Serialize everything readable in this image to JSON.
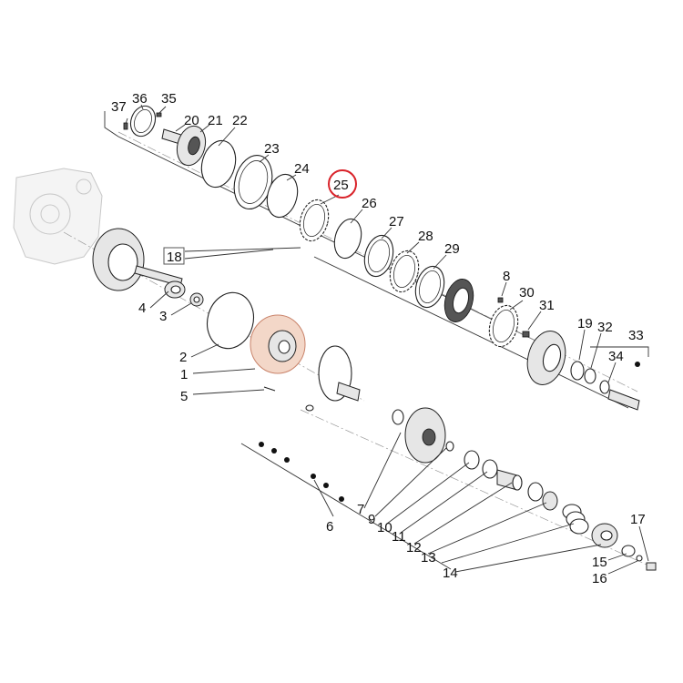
{
  "diagram": {
    "highlight_color": "#d9232a",
    "highlighted_label": "25",
    "labels": {
      "p1": "1",
      "p2": "2",
      "p3": "3",
      "p4": "4",
      "p5": "5",
      "p6": "6",
      "p7": "7",
      "p8": "8",
      "p9": "9",
      "p10": "10",
      "p11": "11",
      "p12": "12",
      "p13": "13",
      "p14": "14",
      "p15": "15",
      "p16": "16",
      "p17": "17",
      "p18": "18",
      "p19": "19",
      "p20": "20",
      "p21": "21",
      "p22": "22",
      "p23": "23",
      "p24": "24",
      "p25": "25",
      "p26": "26",
      "p27": "27",
      "p28": "28",
      "p29": "29",
      "p30": "30",
      "p31": "31",
      "p32": "32",
      "p33": "33",
      "p34": "34",
      "p35": "35",
      "p36": "36",
      "p37": "37"
    }
  }
}
